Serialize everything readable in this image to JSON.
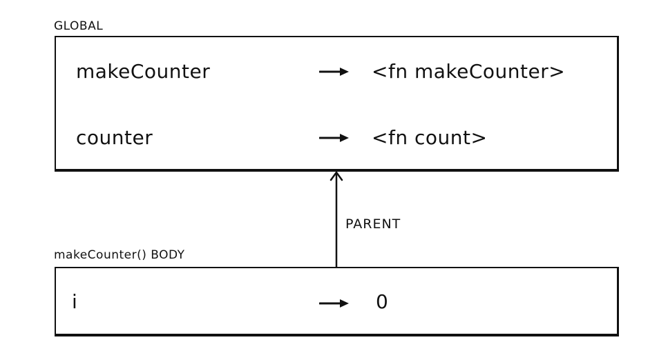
{
  "global_frame": {
    "label": "GLOBAL",
    "bindings": [
      {
        "name": "makeCounter",
        "value": "<fn makeCounter>"
      },
      {
        "name": "counter",
        "value": "<fn count>"
      }
    ]
  },
  "body_frame": {
    "label": "makeCounter() BODY",
    "bindings": [
      {
        "name": "i",
        "value": "0"
      }
    ]
  },
  "parent_link": {
    "label": "PARENT"
  },
  "icons": {
    "binding_arrow": "right-arrow-icon",
    "parent_arrow": "up-arrow-icon"
  },
  "colors": {
    "ink": "#111111",
    "background": "#ffffff"
  }
}
